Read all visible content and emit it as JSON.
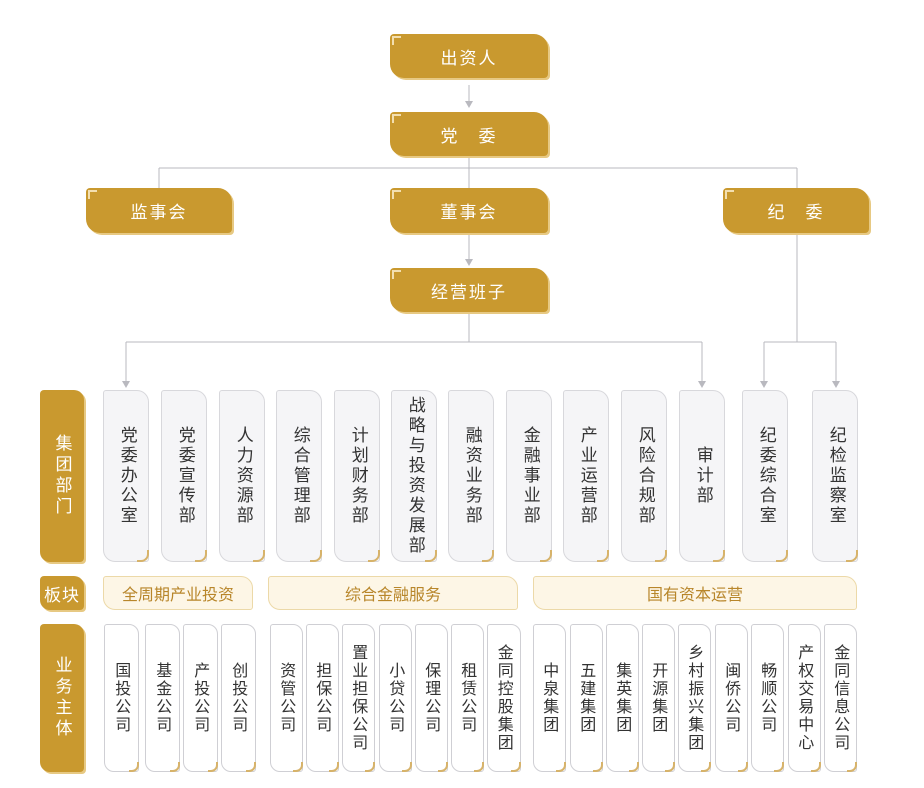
{
  "top": {
    "investor": "出资人",
    "party_committee": "党　委",
    "supervisory_board": "监事会",
    "board_of_directors": "董事会",
    "discipline_committee": "纪　委",
    "management_team": "经营班子"
  },
  "row_labels": {
    "departments": "集团部门",
    "sectors": "板块",
    "entities": "业务主体"
  },
  "departments": [
    "党委办公室",
    "党委宣传部",
    "人力资源部",
    "综合管理部",
    "计划财务部",
    "战略与投资发展部",
    "融资业务部",
    "金融事业部",
    "产业运营部",
    "风险合规部",
    "审计部",
    "纪委综合室",
    "纪检监察室"
  ],
  "sectors": [
    "全周期产业投资",
    "综合金融服务",
    "国有资本运营"
  ],
  "entities": [
    "国投公司",
    "基金公司",
    "产投公司",
    "创投公司",
    "资管公司",
    "担保公司",
    "置业担保公司",
    "小贷公司",
    "保理公司",
    "租赁公司",
    "金同控股集团",
    "中泉集团",
    "五建集团",
    "集英集团",
    "开源集团",
    "乡村振兴集团",
    "闽侨公司",
    "畅顺公司",
    "产权交易中心",
    "金同信息公司"
  ],
  "colors": {
    "gold": "#c9992f",
    "sector_bg": "#fdf6e6",
    "sector_text": "#b8862a",
    "dept_bg": "#f5f5f7",
    "connector": "#b9b9bf"
  }
}
